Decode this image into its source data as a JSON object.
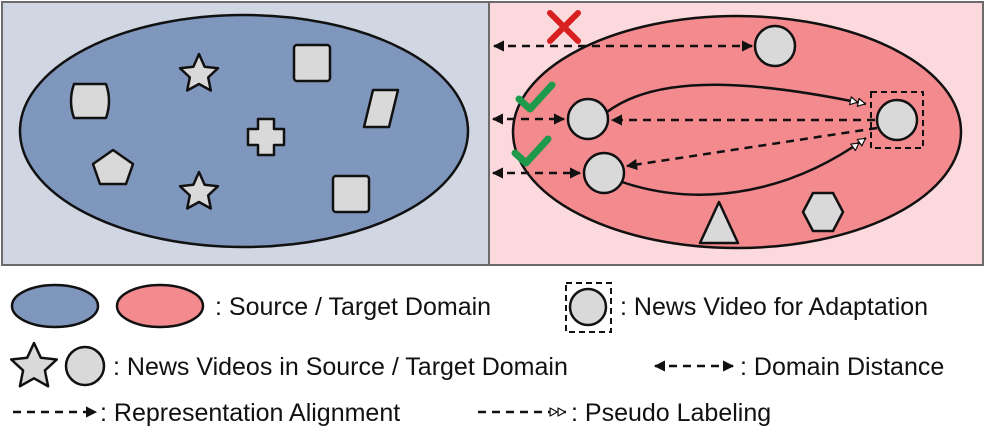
{
  "legend": {
    "domain": ": Source / Target Domain",
    "adaptation_video": ": News Video for Adaptation",
    "news_videos": ": News Videos in Source / Target Domain",
    "domain_distance": ": Domain Distance",
    "representation_alignment": ": Representation Alignment",
    "pseudo_labeling": ": Pseudo Labeling"
  },
  "colors": {
    "source_panel": "#d0d7e3",
    "target_panel": "#fcd9dc",
    "source_domain": "#8097bd",
    "target_domain": "#f38a8e",
    "node_fill": "#d9d9d9",
    "check": "#1f9a4b",
    "cross": "#d92020",
    "stroke": "#111111"
  },
  "icons": {
    "valid": "check-icon",
    "invalid": "cross-icon"
  }
}
